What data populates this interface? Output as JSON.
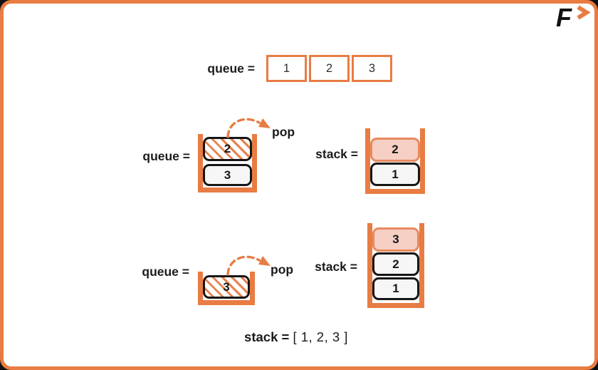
{
  "logo": {
    "letter": "F",
    "arrow_icon": "chevron-right"
  },
  "colors": {
    "accent_orange": "#E87C43",
    "hatch_stripe": "#E8824C",
    "highlight_fill": "#F6CFC5",
    "highlight_border": "#E88A5E",
    "cell_fill": "#F6F6F6",
    "cell_border": "#161616",
    "text": "#1B1B1B"
  },
  "top_queue": {
    "label": "queue =",
    "cells": [
      "1",
      "2",
      "3"
    ]
  },
  "step1": {
    "queue_label": "queue =",
    "queue_cells": [
      "2",
      "3"
    ],
    "pop_label": "pop",
    "stack_label": "stack =",
    "stack_cells": [
      "2",
      "1"
    ]
  },
  "step2": {
    "queue_label": "queue =",
    "queue_cells": [
      "3"
    ],
    "pop_label": "pop",
    "stack_label": "stack =",
    "stack_cells": [
      "3",
      "2",
      "1"
    ]
  },
  "caption": {
    "label": "stack =",
    "value": "[ 1, 2, 3 ]"
  }
}
